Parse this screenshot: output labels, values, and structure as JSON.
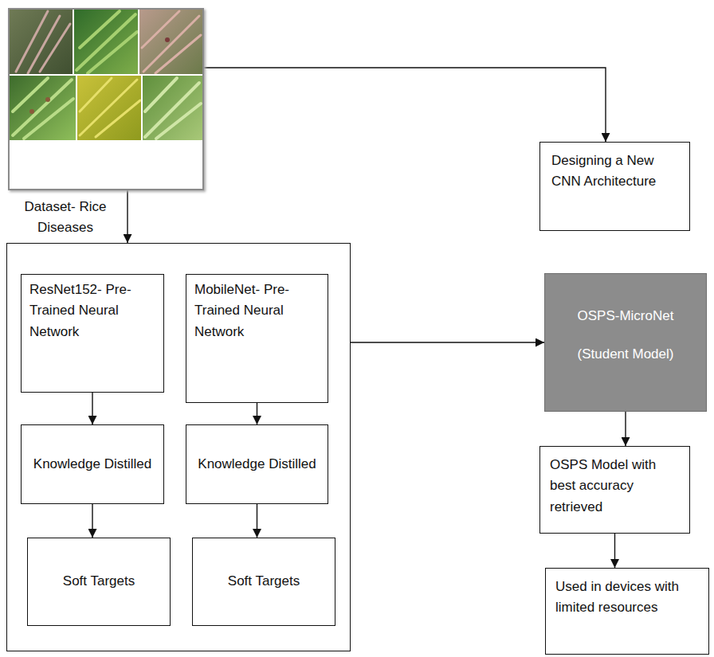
{
  "diagram": {
    "nodes": [
      {
        "text": [
          "Dataset- Rice Diseases"
        ]
      },
      {
        "text": [
          "Designing a New CNN Architecture"
        ]
      },
      {
        "text": []
      },
      {
        "text": [
          "ResNet152- Pre-Trained Neural Network"
        ],
        "in": 2
      },
      {
        "text": [
          "MobileNet- Pre-Trained Neural Network"
        ],
        "in": 2
      },
      {
        "text": [
          "Knowledge Distilled"
        ],
        "in": 2
      },
      {
        "text": [
          "Knowledge Distilled"
        ],
        "in": 2
      },
      {
        "text": [
          "Soft Targets"
        ],
        "in": 2
      },
      {
        "text": [
          "Soft Targets"
        ],
        "in": 2
      },
      {
        "text": [
          "OSPS-MicroNet",
          "(Student Model)"
        ]
      },
      {
        "text": [
          "OSPS Model with best accuracy retrieved"
        ]
      },
      {
        "text": [
          "Used in devices with limited resources"
        ]
      }
    ],
    "edges": [
      {
        "from": 0,
        "to": 2,
        "arrow": "to"
      },
      {
        "from": 0,
        "to": 1,
        "arrow": "to"
      },
      {
        "from": 3,
        "to": 5,
        "arrow": "to"
      },
      {
        "from": 4,
        "to": 6,
        "arrow": "to"
      },
      {
        "from": 5,
        "to": 7,
        "arrow": "to"
      },
      {
        "from": 6,
        "to": 8,
        "arrow": "to"
      },
      {
        "from": 2,
        "to": 9,
        "arrow": "to"
      },
      {
        "from": 9,
        "to": 10,
        "arrow": "to"
      },
      {
        "from": 10,
        "to": 11,
        "arrow": "to"
      }
    ]
  }
}
